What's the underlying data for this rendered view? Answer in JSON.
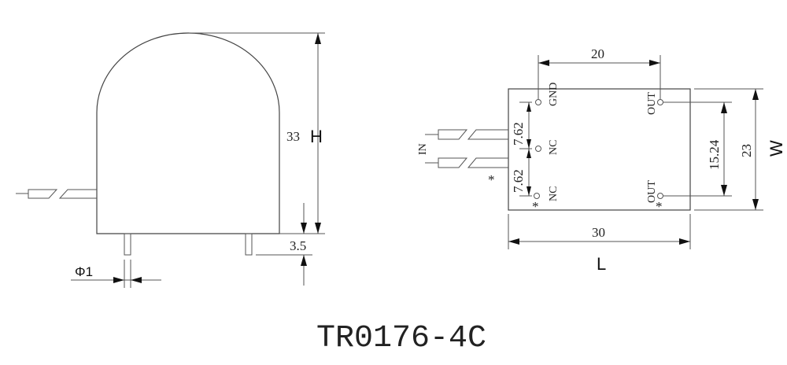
{
  "title": "TR0176-4C",
  "side_view": {
    "height_value": "33",
    "height_label": "H",
    "pin_length": "3.5",
    "pin_diameter": "Φ1"
  },
  "top_view": {
    "pin_spacing_x": "20",
    "length_value": "30",
    "length_label": "L",
    "width_value": "23",
    "width_label": "W",
    "pin_spacing_y": "15.24",
    "input_pitch_1": "7.62",
    "input_pitch_2": "7.62",
    "input_label": "IN",
    "polarity_mark": "*",
    "pins": {
      "gnd": "GND",
      "nc_mid": "NC",
      "nc_bottom": "NC",
      "out_top": "OUT",
      "out_bottom": "OUT"
    }
  }
}
